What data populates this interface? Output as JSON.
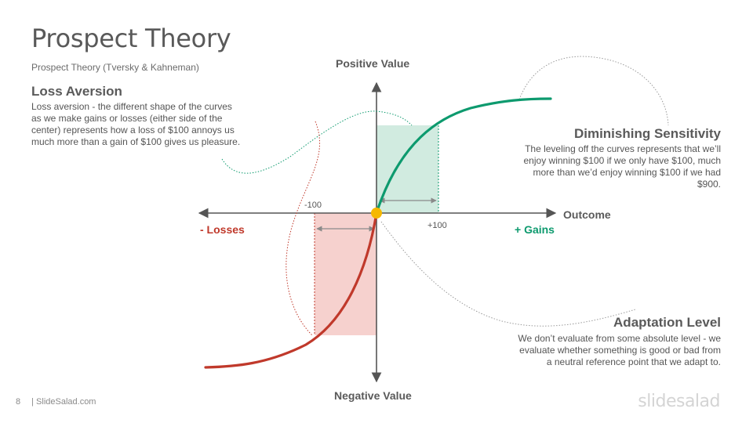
{
  "slide": {
    "title": "Prospect Theory",
    "subtitle": "Prospect Theory (Tversky & Kahneman)",
    "page_number": "8",
    "footer_site": "| SlideSalad.com",
    "logo_text": "slidesalad"
  },
  "loss_aversion": {
    "heading": "Loss Aversion",
    "lines": [
      "Loss aversion - the different  shape of the curves",
      "as we make gains or losses (either side of the",
      "center) represents how a loss of $100  annoys us",
      "much more than a gain of $100  gives us pleasure."
    ]
  },
  "diminishing_sensitivity": {
    "heading": "Diminishing Sensitivity",
    "lines": [
      "The leveling off the curves represents that we’ll",
      "enjoy winning  $100 if we only have $100, much",
      "more than we’d enjoy winning  $100 if we had",
      "$900."
    ]
  },
  "adaptation_level": {
    "heading": "Adaptation Level",
    "lines": [
      "We don’t evaluate from  some absolute level - we",
      "evaluate whether something is good or bad from",
      "a neutral reference point that we adapt to."
    ]
  },
  "axes": {
    "positive_value": "Positive Value",
    "negative_value": "Negative Value",
    "outcome": "Outcome",
    "losses": "- Losses",
    "gains": "+ Gains",
    "tick_negative": "-100",
    "tick_positive": "+100"
  },
  "colors": {
    "gain_curve": "#0d9a6e",
    "loss_curve": "#c0392b",
    "gain_fill": "#cfeade",
    "loss_fill": "#f6cfcb",
    "reference_point": "#f5b800",
    "axis": "#555555",
    "guide_dotted": "#9a9a9a"
  }
}
